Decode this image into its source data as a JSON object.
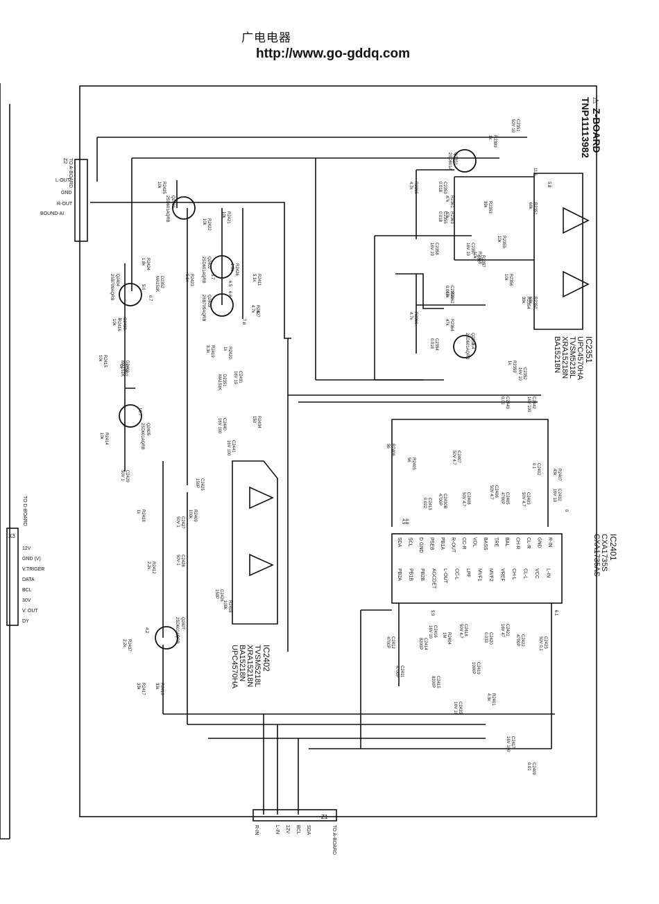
{
  "header": {
    "title_cn": "广电电器",
    "url": "http://www.go-gddq.com"
  },
  "board": {
    "warning_mark": "⚠",
    "name": "Z-BOARD",
    "part_no": "TNP11113982"
  },
  "ic2351": {
    "ref": "IC2351",
    "parts": [
      "UPC4570HA",
      "TVSM5218L",
      "XRA15218N",
      "BA15218N"
    ]
  },
  "ic2402": {
    "ref": "IC2402",
    "parts": [
      "TVSM5218L",
      "XRA15218N",
      "BA15218N",
      "UPC4570HA"
    ]
  },
  "ic2401": {
    "ref": "IC2401",
    "parts": [
      "CXA1735S",
      "CXA1735AS"
    ],
    "pins_top": [
      "SDA",
      "SCL",
      "D GND",
      "PSEB",
      "PB1A",
      "R-OUT",
      "CC-R",
      "VOL",
      "BASS",
      "TRE",
      "BAL",
      "CH-R",
      "CL-R",
      "GND",
      "R-IN"
    ],
    "pins_bottom": [
      "PB2A",
      "PB1B",
      "PB2B",
      "AGCDET",
      "L-OUT",
      "CC-L",
      "LPF",
      "MVF1",
      "MVF2",
      "VREF",
      "CH-L",
      "CL-L",
      "VCC",
      "L-IN"
    ]
  },
  "connectors": {
    "z2": {
      "ref": "Z2",
      "to": "TO A-BOARD",
      "pins": [
        "L-OUT",
        "GND",
        "R-OUT",
        "BOUND-AI"
      ]
    },
    "x3": {
      "ref": "X3",
      "to": "TO D-BOARD",
      "pins": [
        "12V",
        "GND (V)",
        "V.TRIGER",
        "DATA",
        "BCL",
        "30V",
        "V. OUT",
        "DY"
      ]
    },
    "z1": {
      "ref": "Z1",
      "to": "TO A-BOARD",
      "pins": [
        "R-IN",
        "L-IN",
        "12V",
        "BCL",
        "SDA"
      ]
    }
  },
  "transistors": [
    {
      "ref": "Q2351",
      "type": "2SD601A"
    },
    {
      "ref": "Q2352",
      "type": "2SD601AQRB"
    },
    {
      "ref": "Q2401",
      "type": "2SD601AQRB"
    },
    {
      "ref": "Q2402",
      "type": "2SD601AQRB"
    },
    {
      "ref": "Q2403",
      "type": "2SB709AQRB"
    },
    {
      "ref": "Q2404",
      "type": "2SB709AQRB"
    },
    {
      "ref": "Q2405",
      "type": "2SD601AQRB"
    },
    {
      "ref": "Q2407",
      "type": "2SD601AQRB"
    }
  ],
  "diodes": [
    {
      "ref": "D2351",
      "type": "MA151K"
    },
    {
      "ref": "D2352",
      "type": "MA151K"
    },
    {
      "ref": "D2401",
      "type": "MA151K"
    }
  ],
  "resistors": [
    {
      "ref": "R2399",
      "value": "1k"
    },
    {
      "ref": "R2365",
      "value": "4.7k"
    },
    {
      "ref": "R2361",
      "value": "47k"
    },
    {
      "ref": "R2363",
      "value": "47k"
    },
    {
      "ref": "R2351",
      "value": "68k"
    },
    {
      "ref": "R2353",
      "value": "39k"
    },
    {
      "ref": "R2355",
      "value": "10k"
    },
    {
      "ref": "R2357",
      "value": "10k"
    },
    {
      "ref": "R2358",
      "value": "10k"
    },
    {
      "ref": "R2356",
      "value": "10k"
    },
    {
      "ref": "R2362",
      "value": "47k"
    },
    {
      "ref": "R2354",
      "value": "39k"
    },
    {
      "ref": "R2352",
      "value": "68k"
    },
    {
      "ref": "R2364",
      "value": "47k"
    },
    {
      "ref": "R2366",
      "value": "4.7k"
    },
    {
      "ref": "R2359",
      "value": "1k"
    },
    {
      "ref": "R2425",
      "value": "10k"
    },
    {
      "ref": "R2421",
      "value": "10k"
    },
    {
      "ref": "R2422",
      "value": "10k"
    },
    {
      "ref": "R2426",
      "value": "1.8k"
    },
    {
      "ref": "R2424",
      "value": "1.8k"
    },
    {
      "ref": "R2423",
      "value": "5.1k"
    },
    {
      "ref": "R2411",
      "value": "5.1k"
    },
    {
      "ref": "R2427",
      "value": "4.7k"
    },
    {
      "ref": "R2416",
      "value": "10k"
    },
    {
      "ref": "R2420",
      "value": "1k"
    },
    {
      "ref": "R2419",
      "value": "3.3k"
    },
    {
      "ref": "R2415",
      "value": "10k"
    },
    {
      "ref": "R2402",
      "value": "1k"
    },
    {
      "ref": "R2414",
      "value": "10k"
    },
    {
      "ref": "R2434",
      "value": "150"
    },
    {
      "ref": "R2418",
      "value": "1k"
    },
    {
      "ref": "R2409",
      "value": "100k"
    },
    {
      "ref": "R2412",
      "value": "2.2k"
    },
    {
      "ref": "R2408",
      "value": "100k"
    },
    {
      "ref": "R2437",
      "value": "2.2k"
    },
    {
      "ref": "R2417",
      "value": "33k"
    },
    {
      "ref": "R2410",
      "value": "33k"
    },
    {
      "ref": "R2406",
      "value": "56"
    },
    {
      "ref": "R2405",
      "value": "56"
    },
    {
      "ref": "R2407",
      "value": "43k"
    },
    {
      "ref": "R2404",
      "value": "1M"
    },
    {
      "ref": "R2401",
      "value": "4.3k"
    }
  ],
  "capacitors": [
    {
      "ref": "C2351",
      "value": "50V 10"
    },
    {
      "ref": "C2353",
      "value": "0.018"
    },
    {
      "ref": "C2355",
      "value": "0.018"
    },
    {
      "ref": "C2357",
      "value": "16V 10"
    },
    {
      "ref": "C2358",
      "value": "16V 10"
    },
    {
      "ref": "C2356",
      "value": "0.018"
    },
    {
      "ref": "C2354",
      "value": "0.018"
    },
    {
      "ref": "C2352",
      "value": "16V 10"
    },
    {
      "ref": "C2443",
      "value": "0.01"
    },
    {
      "ref": "C2442",
      "value": "16V 100"
    },
    {
      "ref": "C2430",
      "value": "1"
    },
    {
      "ref": "C2431",
      "value": "16V 10"
    },
    {
      "ref": "C2440",
      "value": "16V 100"
    },
    {
      "ref": "C2441",
      "value": "16V 100"
    },
    {
      "ref": "C2429",
      "value": "50V 1"
    },
    {
      "ref": "C2425",
      "value": "150P"
    },
    {
      "ref": "C2427",
      "value": "50V 1"
    },
    {
      "ref": "C2428",
      "value": "50V 1"
    },
    {
      "ref": "C2426",
      "value": "150P"
    },
    {
      "ref": "C2407",
      "value": "50V 4.7"
    },
    {
      "ref": "C2413",
      "value": "0.022"
    },
    {
      "ref": "C2430B",
      "value": "4700P"
    },
    {
      "ref": "C2408",
      "value": "50V 4.7"
    },
    {
      "ref": "C2406",
      "value": "50V 4.7"
    },
    {
      "ref": "C2405",
      "value": "4700P"
    },
    {
      "ref": "C2403",
      "value": "50V 4.7"
    },
    {
      "ref": "C2402",
      "value": "0.1"
    },
    {
      "ref": "C2432",
      "value": "16V 10"
    },
    {
      "ref": "C2412",
      "value": "4700P"
    },
    {
      "ref": "C2411",
      "value": "4700P"
    },
    {
      "ref": "C2416",
      "value": "16V 10"
    },
    {
      "ref": "C2414",
      "value": "8200P"
    },
    {
      "ref": "C2415",
      "value": "8200P"
    },
    {
      "ref": "C2418",
      "value": "50V 4.7"
    },
    {
      "ref": "C2419",
      "value": "1000P"
    },
    {
      "ref": "C2420",
      "value": "0.033"
    },
    {
      "ref": "C2421",
      "value": "16V 47"
    },
    {
      "ref": "C2422",
      "value": "4700P"
    },
    {
      "ref": "C2423",
      "value": "50V 0.1"
    },
    {
      "ref": "C2433",
      "value": "16V 10"
    },
    {
      "ref": "C2417",
      "value": "16V 100"
    },
    {
      "ref": "C2409",
      "value": "0.01"
    }
  ],
  "voltages": [
    "11.6",
    "5.8",
    "4.8",
    "5.0",
    "10.7",
    "0.7",
    "0",
    "8",
    "4.9",
    "5.9",
    "6.1",
    "6.5",
    "6.6",
    "7.6",
    "4.2",
    "5.7",
    "5.4"
  ]
}
